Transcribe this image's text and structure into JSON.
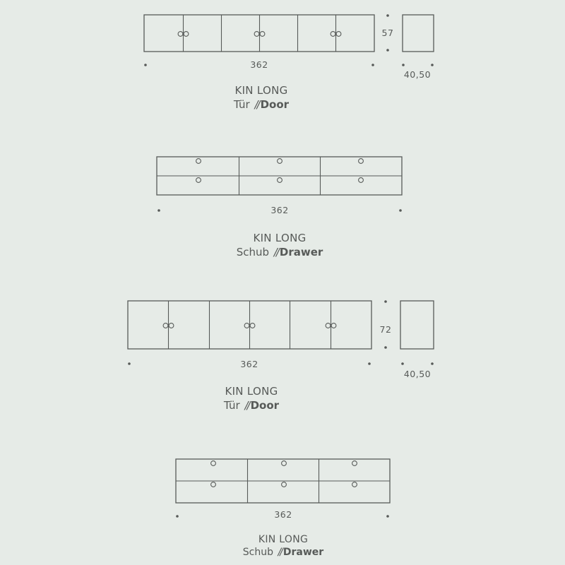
{
  "page": {
    "background": "#e6ebe7",
    "ink": "#575a58"
  },
  "sections": [
    {
      "type": "door",
      "title": "KIN LONG",
      "sub_de": "Tür",
      "sep": "//",
      "sub_en": "Door",
      "width_label": "362",
      "height_label": "57",
      "depth_label": "40,50"
    },
    {
      "type": "drawer",
      "title": "KIN LONG",
      "sub_de": "Schub",
      "sep": "//",
      "sub_en": "Drawer",
      "width_label": "362"
    },
    {
      "type": "door",
      "title": "KIN LONG",
      "sub_de": "Tür",
      "sep": "//",
      "sub_en": "Door",
      "width_label": "362",
      "height_label": "72",
      "depth_label": "40,50"
    },
    {
      "type": "drawer",
      "title": "KIN LONG",
      "sub_de": "Schub",
      "sep": "//",
      "sub_en": "Drawer",
      "width_label": "362"
    }
  ]
}
